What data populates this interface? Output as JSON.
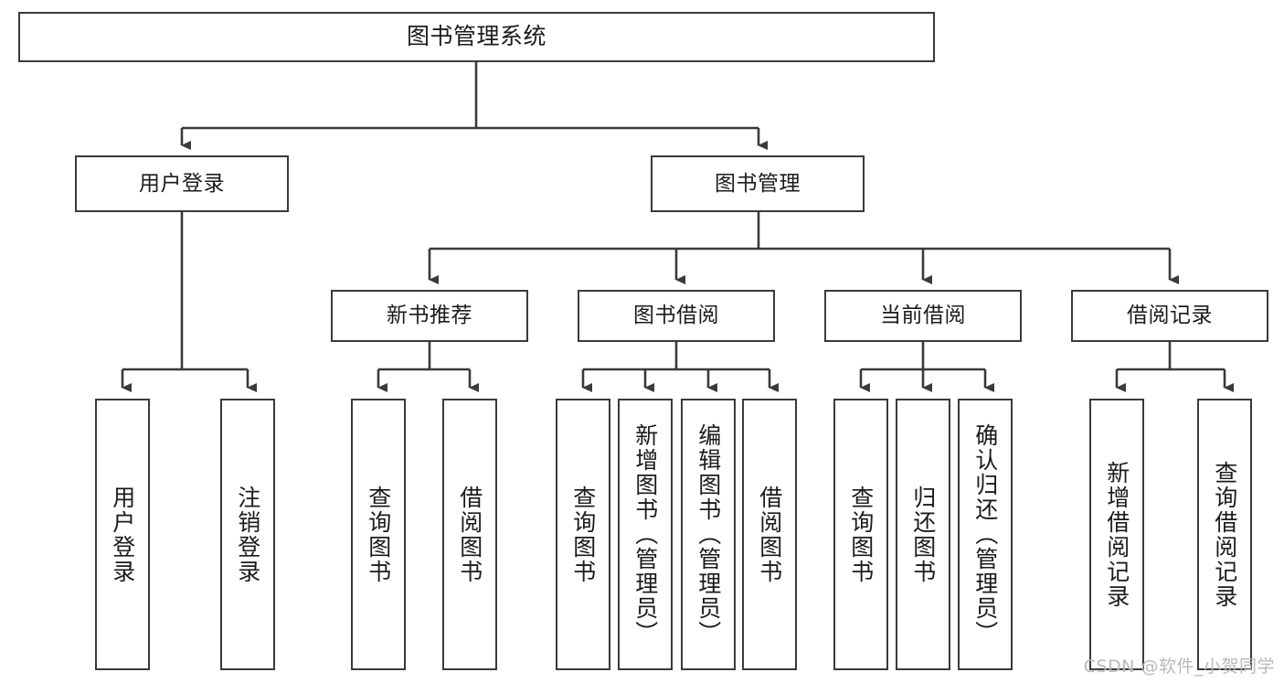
{
  "diagram": {
    "title": "图书管理系统",
    "watermark": "CSDN @软件_小贺同学",
    "line_color": "#3a3a3a",
    "box_fill": "#ffffff",
    "text_color": "#1b1b1b",
    "watermark_color": "#b9b9b9"
  },
  "nodes": {
    "root": {
      "label": "图书管理系统"
    },
    "level1": [
      {
        "label": "用户登录"
      },
      {
        "label": "图书管理"
      }
    ],
    "level2": [
      {
        "label": "新书推荐"
      },
      {
        "label": "图书借阅"
      },
      {
        "label": "当前借阅"
      },
      {
        "label": "借阅记录"
      }
    ],
    "leaves": {
      "user_login": [
        {
          "label": "用户登录"
        },
        {
          "label": "注销登录"
        }
      ],
      "new_book_recommend": [
        {
          "label": "查询图书"
        },
        {
          "label": "借阅图书"
        }
      ],
      "book_borrow": [
        {
          "label": "查询图书"
        },
        {
          "label": "新增图书（管理员）"
        },
        {
          "label": "编辑图书（管理员）"
        },
        {
          "label": "借阅图书"
        }
      ],
      "current_borrow": [
        {
          "label": "查询图书"
        },
        {
          "label": "归还图书"
        },
        {
          "label": "确认归还（管理员）"
        }
      ],
      "borrow_record": [
        {
          "label": "新增借阅记录"
        },
        {
          "label": "查询借阅记录"
        }
      ]
    }
  }
}
